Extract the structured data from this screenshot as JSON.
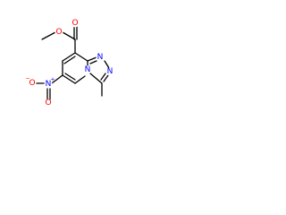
{
  "molecule": {
    "atoms": {
      "carbonyl_o": {
        "label": "O",
        "color": "#ff0000"
      },
      "ester_o": {
        "label": "O",
        "color": "#ff0000"
      },
      "n_bridge": {
        "label": "N",
        "color": "#0000ff"
      },
      "n_ring1": {
        "label": "N",
        "color": "#0000ff"
      },
      "n_ring2": {
        "label": "N",
        "color": "#0000ff"
      },
      "nitro_n": {
        "label": "N",
        "color": "#0000ff",
        "charge": "+"
      },
      "nitro_o_minus": {
        "label": "O",
        "color": "#ff0000",
        "charge": "−"
      },
      "nitro_o_double": {
        "label": "O",
        "color": "#ff0000"
      }
    }
  }
}
